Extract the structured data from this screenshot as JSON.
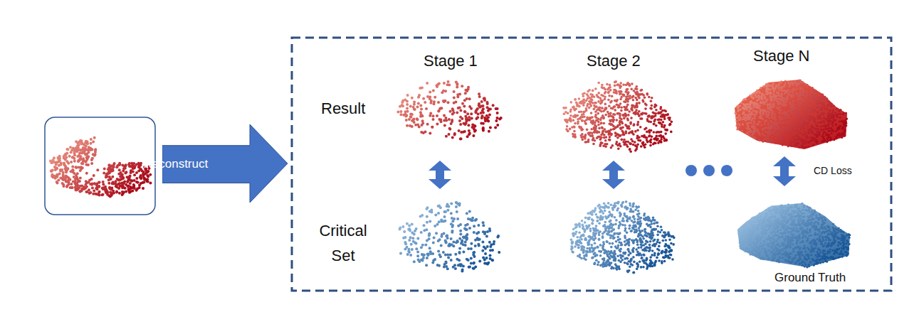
{
  "diagram": {
    "nodes": [
      {
        "text": [
          "Reconstruct"
        ]
      }
    ],
    "labels": [
      "Stage 1",
      "Stage 2",
      "Stage N",
      "Result",
      "Critical Set",
      "CD Loss",
      "Ground Truth"
    ]
  }
}
